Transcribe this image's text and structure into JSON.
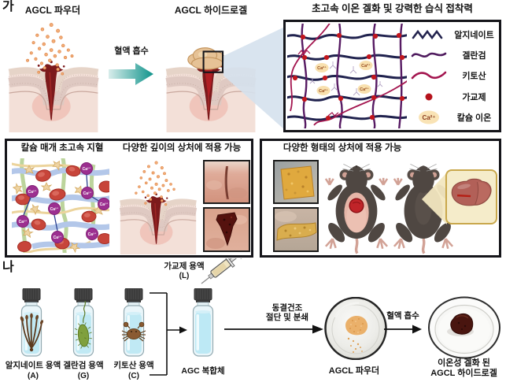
{
  "ca_label": "Ca²⁺",
  "panel_a": {
    "label": "가",
    "powder_title": "AGCL 파우더",
    "absorb_label": "혈액 흡수",
    "hydrogel_title": "AGCL 하이드로겔",
    "mechanism_box": {
      "title": "초고속 이온 겔화 및 강력한 습식 접착력",
      "legend": [
        {
          "icon": "alginate-zigzag-icon",
          "label": "알지네이트",
          "color": "#23234e"
        },
        {
          "icon": "gellan-wave-icon",
          "label": "겔란검",
          "color": "#4f1b5e"
        },
        {
          "icon": "chitosan-wave-icon",
          "label": "키토산",
          "color": "#a3154f"
        },
        {
          "icon": "crosslinker-dot-icon",
          "label": "가교제",
          "color": "#b5121b"
        },
        {
          "icon": "calcium-oval-icon",
          "label": "칼슘 이온",
          "color": "#f9e3b5"
        }
      ]
    },
    "features": [
      {
        "title": "칼슘 매개 초고속 지혈"
      },
      {
        "title": "다양한 깊이의 상처에 적용 가능"
      },
      {
        "title": "다양한 형태의 상처에 적용 가능"
      }
    ]
  },
  "panel_b": {
    "label": "나",
    "vials": [
      {
        "name": "알지네이트 용액",
        "code": "(A)",
        "content": "seaweed"
      },
      {
        "name": "겔란검 용액",
        "code": "(G)",
        "content": "bacteria"
      },
      {
        "name": "키토산 용액",
        "code": "(C)",
        "content": "crab"
      }
    ],
    "crosslinker": {
      "line1": "가교제 용액",
      "line2": "(L)"
    },
    "agc_label": "AGC 복합체",
    "freeze_arrow": {
      "line1": "동결건조",
      "line2": "절단 및 분쇄"
    },
    "powder_label": "AGCL 파우더",
    "blood_label": "혈액 흡수",
    "hydrogel_label": {
      "line1": "이온성 겔화 된",
      "line2": "AGCL 하이드로겔"
    }
  },
  "colors": {
    "teal_arrow": "#14968e",
    "wound_red": "#7c1a1c",
    "powder_orange": "#f2ae79",
    "gel_tan": "#e6c296",
    "calcium_fill": "#f9e3b5"
  }
}
